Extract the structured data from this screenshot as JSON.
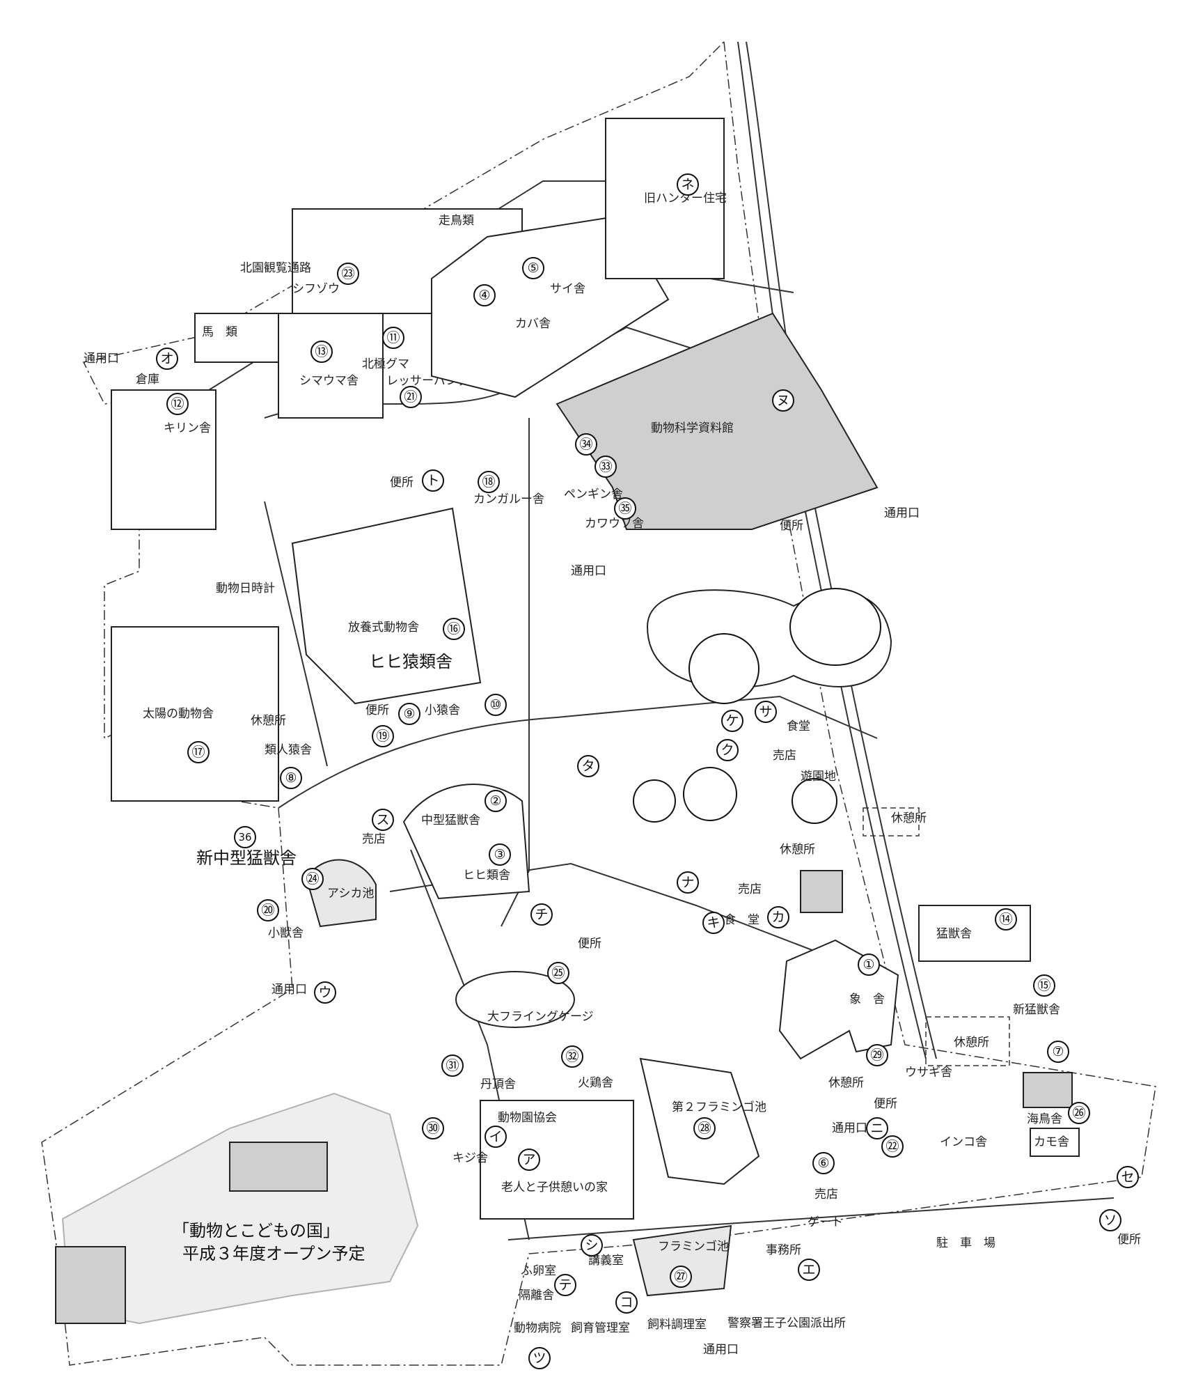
{
  "map": {
    "areas": {
      "north_path": "北園観覧通路",
      "hashiri_dori": "走鳥類",
      "shifuzo": "シフゾウ",
      "umarui": "馬　類",
      "sai": "サイ舎",
      "kaba": "カバ舎",
      "shimauma": "シマウマ舎",
      "kitakyoku": "北極グマ",
      "lesser_panda": "レッサーパンダ舎",
      "souko": "倉庫",
      "kirin": "キリン舎",
      "hunter": "旧ハンター住宅",
      "kagaku": "動物科学資料館",
      "benjo_to": "便所",
      "kangaroo": "カンガルー舎",
      "penguin": "ペンギン舎",
      "kawauso": "カワウソ舎",
      "benjo_east": "便所",
      "dobutsu_tokei": "動物日時計",
      "hounyou": "放養式動物舎",
      "hihi_big": "ヒヒ猿類舎",
      "taiyou": "太陽の動物舎",
      "kyukeisho_w": "休憩所",
      "ruijin": "類人猿舎",
      "benjo_9": "便所",
      "shosaru": "小猿舎",
      "chugata": "中型猛獣舎",
      "hihi3": "ヒヒ類舎",
      "baiten_su": "売店",
      "shin_chugata": "新中型猛獣舎",
      "ashika": "アシカ池",
      "shoju": "小獣舎",
      "tsuyomon_w": "通用口",
      "tsuyomon_nw": "通用口",
      "tsuyomon_ne": "通用口",
      "tsuyomon_mid": "通用口",
      "shokudo_sa": "食堂",
      "baiten_ku": "売店",
      "yuenchi": "遊園地",
      "kyukeisho_e": "休憩所",
      "kyukeisho_c": "休憩所",
      "baiten_ka": "売店",
      "shokudo_ki": "食　堂",
      "benjo_chi": "便所",
      "flying": "大フライングケージ",
      "mouju14": "猛獣舎",
      "zou": "象　舎",
      "shin_mouju": "新猛獣舎",
      "kyukeisho_se": "休憩所",
      "kyukeisho_29": "休憩所",
      "usagi": "ウサギ舎",
      "umidori": "海鳥舎",
      "benjo_ni": "便所",
      "tsuyomon_22": "通用口",
      "inko": "インコ舎",
      "kamo": "カモ舎",
      "tancho": "丹頂舎",
      "hikui": "火鶏舎",
      "flamingo2": "第２フラミンゴ池",
      "kyokai": "動物園協会",
      "kiji": "キジ舎",
      "roujin": "老人と子供憩いの家",
      "baiten_se": "売店",
      "gate": "ゲート",
      "chushajo": "駐　車　場",
      "benjo_so": "便所",
      "kodomo_title": "「動物とこどもの国」",
      "kodomo_sub": "平成３年度オープン予定",
      "fukaishitsu": "ふ卵室",
      "kakuri": "隔離舎",
      "kogishitsu": "講義室",
      "flamingo": "フラミンゴ池",
      "jimusho": "事務所",
      "byouin": "動物病院",
      "shiiku": "飼育管理室",
      "shiryou": "飼料調理室",
      "keisatsu": "警察署王子公園派出所",
      "tsuyomon_s": "通用口"
    },
    "markers": {
      "m1": "①",
      "m2": "②",
      "m3": "③",
      "m4": "④",
      "m5": "⑤",
      "m6": "⑥",
      "m7": "⑦",
      "m8": "⑧",
      "m9": "⑨",
      "m10": "⑩",
      "m11": "⑪",
      "m12": "⑫",
      "m13": "⑬",
      "m14": "⑭",
      "m15": "⑮",
      "m16": "⑯",
      "m17": "⑰",
      "m18": "⑱",
      "m19": "⑲",
      "m20": "⑳",
      "m21": "㉑",
      "m22": "㉒",
      "m23": "㉓",
      "m24": "㉔",
      "m25": "㉕",
      "m26": "㉖",
      "m27": "㉗",
      "m28": "㉘",
      "m29": "㉙",
      "m30": "㉚",
      "m31": "㉛",
      "m32": "㉜",
      "m33": "㉝",
      "m34": "㉞",
      "m35": "㉟",
      "m36": "36",
      "ka_a": "ア",
      "ka_i": "イ",
      "ka_u": "ウ",
      "ka_e": "エ",
      "ka_o": "オ",
      "ka_ka": "カ",
      "ka_ki": "キ",
      "ka_ku": "ク",
      "ka_ke": "ケ",
      "ka_ko": "コ",
      "ka_sa": "サ",
      "ka_shi": "シ",
      "ka_su": "ス",
      "ka_se": "セ",
      "ka_so": "ソ",
      "ka_ta": "タ",
      "ka_chi": "チ",
      "ka_tsu": "ツ",
      "ka_te": "テ",
      "ka_to": "ト",
      "ka_na": "ナ",
      "ka_ni": "ニ",
      "ka_nu": "ヌ",
      "ka_ne": "ネ"
    }
  }
}
